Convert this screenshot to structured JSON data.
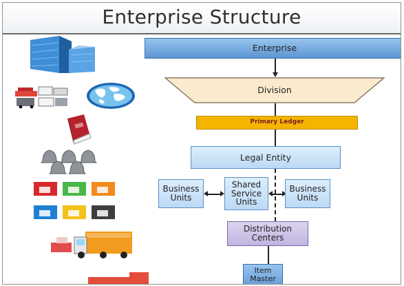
{
  "title": "Enterprise Structure",
  "nodes": {
    "enterprise": "Enterprise",
    "division": "Division",
    "primary_ledger": "Primary Ledger",
    "legal_entity": "Legal Entity",
    "business_units_left": [
      "Business",
      "Units"
    ],
    "shared_service_units": [
      "Shared",
      "Service",
      "Units"
    ],
    "business_units_right": [
      "Business",
      "Units"
    ],
    "distribution_centers": [
      "Distribution",
      "Centers"
    ],
    "item_master": [
      "Item",
      "Master"
    ]
  },
  "colors": {
    "enterprise": "#6fa6e0",
    "division": "#faebcf",
    "primary_ledger": "#f4b400",
    "legal_entity": "#c9e2f8",
    "distribution_centers": "#cfc3e8"
  },
  "icons": [
    "office-building-icon",
    "vehicles-icon",
    "globe-icon",
    "ledger-book-icon",
    "bells-icon",
    "colored-buildings-icon",
    "truck-icon"
  ]
}
